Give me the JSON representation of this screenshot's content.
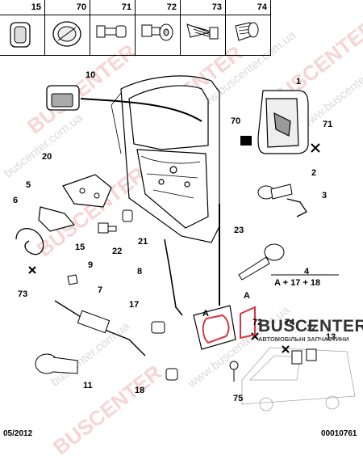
{
  "header_parts": [
    {
      "num": "15",
      "icon": "grommet-icon"
    },
    {
      "num": "70",
      "icon": "round-plug-icon"
    },
    {
      "num": "71",
      "icon": "flange-screw-icon"
    },
    {
      "num": "72",
      "icon": "bolt-washer-icon"
    },
    {
      "num": "73",
      "icon": "self-tap-screw-icon"
    },
    {
      "num": "74",
      "icon": "expansion-rivet-icon"
    }
  ],
  "callouts": {
    "c1": "1",
    "c2": "2",
    "c3": "3",
    "c4": "4",
    "c5": "5",
    "c6": "6",
    "c7": "7",
    "c8": "8",
    "c9": "9",
    "c10": "10",
    "c11": "11",
    "c12": "12",
    "c13": "13",
    "c15": "15",
    "c17": "17",
    "c18": "18",
    "c20": "20",
    "c21": "21",
    "c22": "22",
    "c23": "23",
    "c70": "70",
    "c71": "71",
    "c72": "72",
    "c73": "73",
    "c74": "74",
    "c75": "75",
    "cA1": "A",
    "cA2": "A"
  },
  "formula": "A + 17 + 18",
  "footer": {
    "date": "05/2012",
    "ref": "00010761"
  },
  "logo": {
    "title": "BUSCENTER",
    "subtitle": "АВТОМОБІЛЬНІ ЗАПЧАСТИНИ",
    "accent": "#d9363e"
  },
  "watermarks": {
    "w1": "BUSCENTER",
    "w2": "BUSCENTER",
    "w3": "BUSCENTER",
    "w4": "BUSCENTER",
    "w5": "BUSCENTER",
    "s1": "www.buscenter.com.ua",
    "s2": "www.buscenter.com.ua",
    "s3": "buscenter.com.ua",
    "s4": "buscenter.com.ua",
    "s5": "www.buscenter.com.ua"
  }
}
